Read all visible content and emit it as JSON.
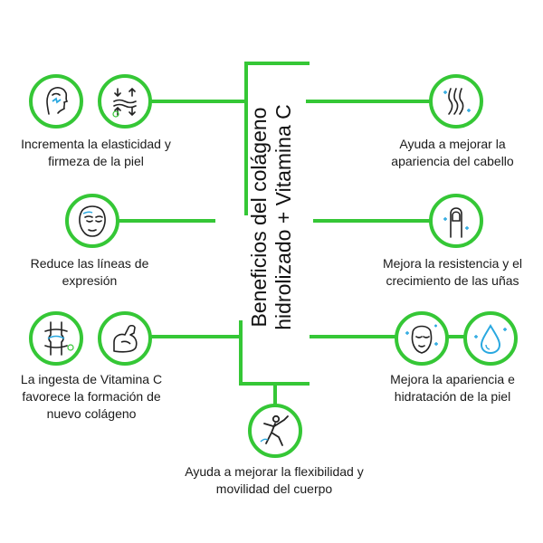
{
  "title": "Beneficios del colágeno hidrolizado + Vitamina C",
  "colors": {
    "accent": "#35c736",
    "icon_ink": "#222222",
    "icon_highlight": "#29a8e0"
  },
  "benefits": [
    {
      "text": "Incrementa la elasticidad y firmeza de la piel",
      "icons": [
        "face-profile-icon",
        "skin-stretch-icon"
      ]
    },
    {
      "text": "Reduce las líneas de expresión",
      "icons": [
        "face-lines-icon"
      ]
    },
    {
      "text": "La ingesta de Vitamina C favorece la formación de nuevo colágeno",
      "icons": [
        "joint-icon",
        "flexed-arm-icon"
      ]
    },
    {
      "text": "Ayuda a mejorar la apariencia del cabello",
      "icons": [
        "hair-strands-icon"
      ]
    },
    {
      "text": "Mejora la resistencia y el crecimiento de las uñas",
      "icons": [
        "fingernail-icon"
      ]
    },
    {
      "text": "Mejora la apariencia e hidratación de la piel",
      "icons": [
        "face-glow-icon",
        "water-drop-icon"
      ]
    },
    {
      "text": "Ayuda a mejorar la flexibilidad y movilidad del cuerpo",
      "icons": [
        "dancer-icon"
      ]
    }
  ]
}
